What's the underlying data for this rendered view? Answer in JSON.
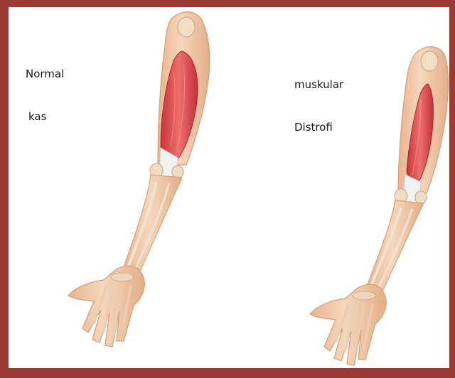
{
  "labels": {
    "normal": {
      "line1": "Normal",
      "line2": "kas"
    },
    "dystrophy": {
      "line1": "muskular",
      "line2": "Distrofi"
    }
  },
  "colors": {
    "frame": "#9a3b33",
    "skin": "#f2cdae",
    "skin_shadow": "#e0a981",
    "muscle": "#d9444a",
    "muscle_highlight": "#ef7d78",
    "tendon": "#eeeeee",
    "bone": "#f0dcc0"
  },
  "icons": [
    "normal-arm-illustration",
    "dystrophy-arm-illustration"
  ]
}
